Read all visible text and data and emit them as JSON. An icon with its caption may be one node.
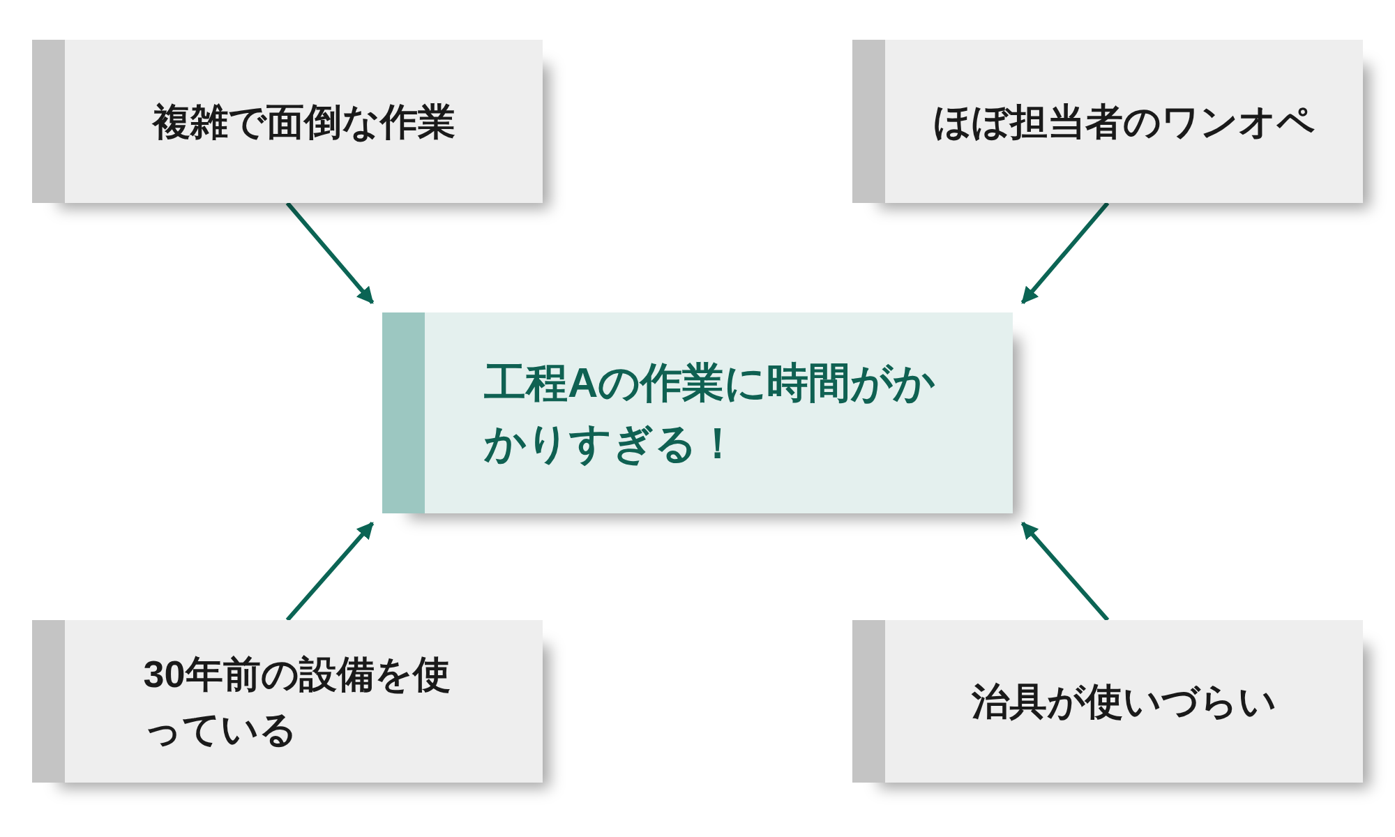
{
  "diagram": {
    "nodes": [
      {
        "text": [
          "複雑で面倒な作業"
        ]
      },
      {
        "text": [
          "ほぼ担当者のワンオペ"
        ]
      },
      {
        "text": [
          "工程Aの作業に時間がかかりすぎる！"
        ]
      },
      {
        "text": [
          "30年前の設備を使っている"
        ]
      },
      {
        "text": [
          "治具が使いづらい"
        ]
      }
    ],
    "edges": [
      {
        "from": 0,
        "to": 2,
        "arrow": "to"
      },
      {
        "from": 1,
        "to": 2,
        "arrow": "to"
      },
      {
        "from": 3,
        "to": 2,
        "arrow": "to"
      },
      {
        "from": 4,
        "to": 2,
        "arrow": "to"
      }
    ]
  }
}
